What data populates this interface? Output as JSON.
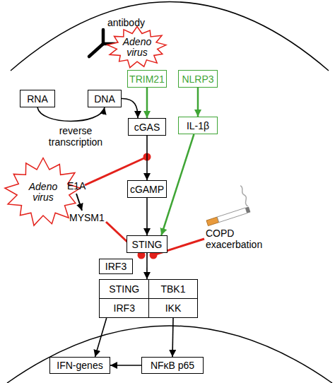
{
  "diagram": {
    "nodes": [
      {
        "text": [
          "Adeno virus"
        ]
      },
      {
        "text": [
          "TRIM21"
        ]
      },
      {
        "text": [
          "NLRP3"
        ]
      },
      {
        "text": [
          "RNA"
        ]
      },
      {
        "text": [
          "DNA"
        ]
      },
      {
        "text": [
          "cGAS"
        ]
      },
      {
        "text": [
          "IL-1β"
        ]
      },
      {
        "text": [
          "cGAMP"
        ]
      },
      {
        "text": [
          "Adeno virus"
        ]
      },
      {
        "text": [
          "STING"
        ]
      },
      {
        "text": [
          "IRF3"
        ]
      },
      {
        "text": [
          "STING"
        ]
      },
      {
        "text": [
          "TBK1"
        ]
      },
      {
        "text": [
          "IRF3"
        ]
      },
      {
        "text": [
          "IKK"
        ]
      },
      {
        "text": [
          "IFN-genes"
        ]
      },
      {
        "text": [
          "NFκB p65"
        ]
      }
    ],
    "edges": [
      {
        "from": 3,
        "to": 4,
        "arrow": "to"
      },
      {
        "from": 4,
        "to": 5,
        "arrow": "to"
      },
      {
        "from": 1,
        "to": 5,
        "arrow": "to"
      },
      {
        "from": 2,
        "to": 6,
        "arrow": "to"
      },
      {
        "from": 6,
        "to": 9,
        "arrow": "to"
      },
      {
        "from": 5,
        "to": 7,
        "arrow": "to"
      },
      {
        "from": 7,
        "to": 9,
        "arrow": "to"
      },
      {
        "from": 9,
        "to": 11,
        "arrow": "to"
      },
      {
        "from": 13,
        "to": 15,
        "arrow": "to"
      },
      {
        "from": 14,
        "to": 16,
        "arrow": "to"
      },
      {
        "from": 16,
        "to": 15,
        "arrow": "to"
      }
    ],
    "labels": [
      "antibody",
      "reverse transcription",
      "E1A",
      "MYSM1",
      "COPD exacerbation"
    ]
  }
}
